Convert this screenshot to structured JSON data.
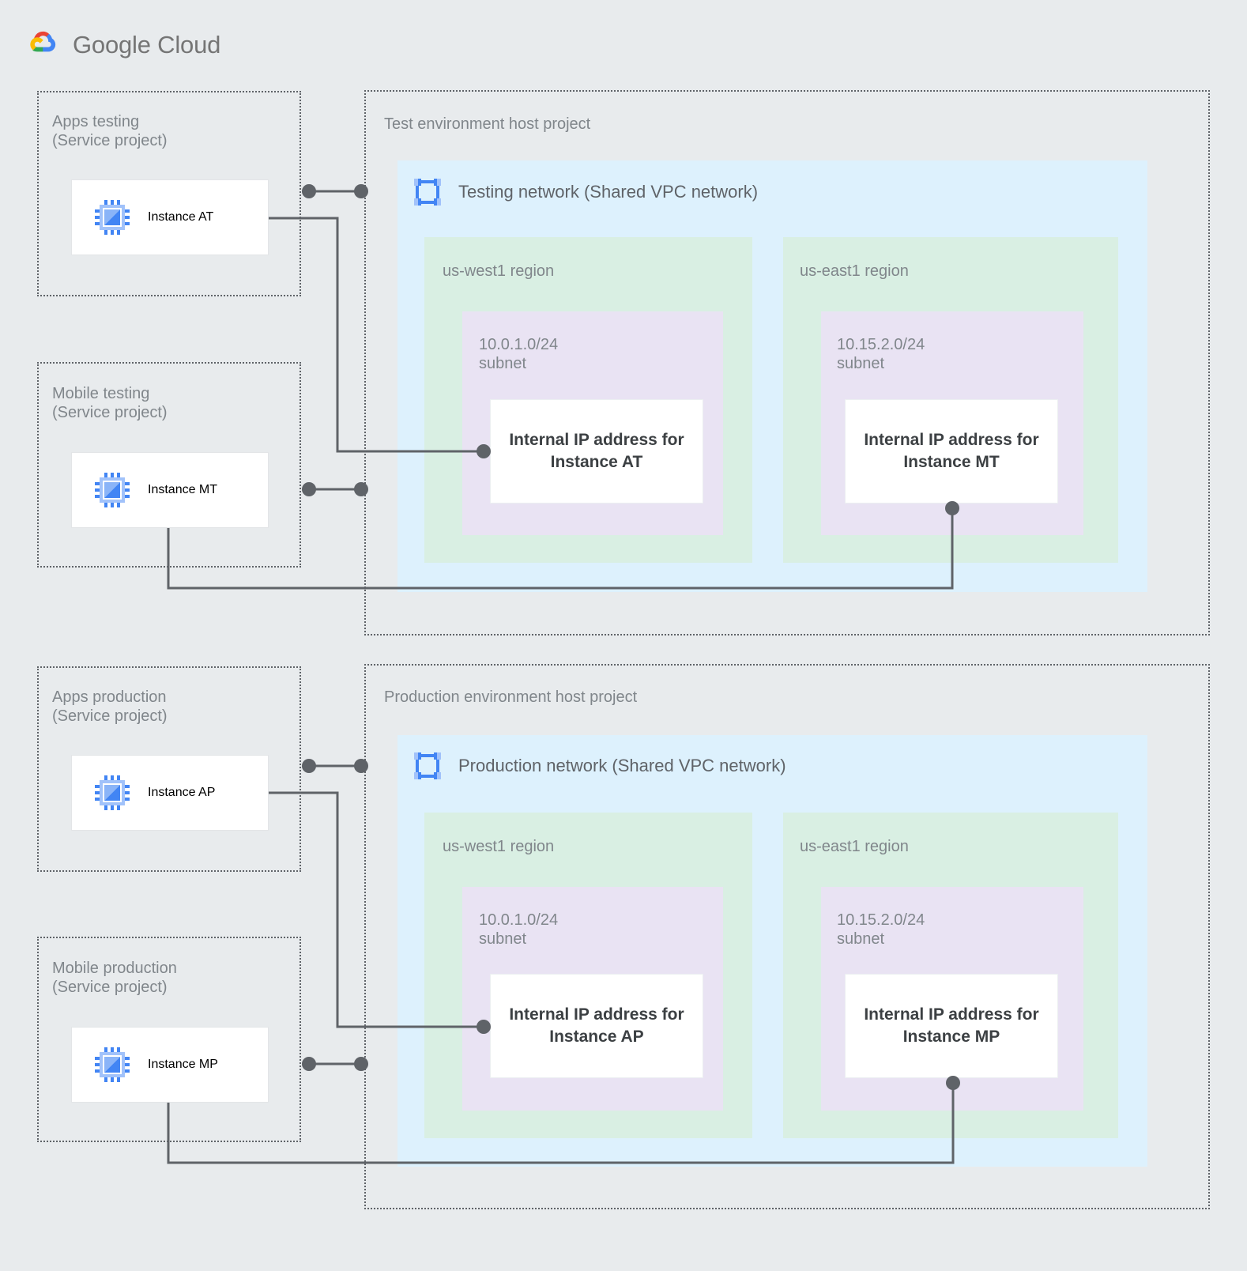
{
  "brand": {
    "name": "Google Cloud",
    "colors": {
      "red": "#ea4335",
      "yellow": "#fbbc04",
      "green": "#34a853",
      "blue": "#4285f4",
      "text": "#757575"
    }
  },
  "palette": {
    "background": "#e8ebed",
    "vpc_panel": "#ddf1fd",
    "region_panel": "#d9efe3",
    "subnet_panel": "#e9e3f3",
    "card": "#ffffff",
    "connector": "#5f6368",
    "label_text": "#80868b",
    "body_text": "#202124",
    "icon_blue": "#4285f4",
    "icon_blue_light": "#a1c2fa"
  },
  "service_projects": [
    {
      "id": "apps-testing",
      "label": "Apps testing\n(Service project)",
      "instance": "Instance AT",
      "icon": "vm-chip-icon"
    },
    {
      "id": "mobile-testing",
      "label": "Mobile testing\n(Service project)",
      "instance": "Instance MT",
      "icon": "vm-chip-icon"
    },
    {
      "id": "apps-production",
      "label": "Apps production\n(Service project)",
      "instance": "Instance AP",
      "icon": "vm-chip-icon"
    },
    {
      "id": "mobile-production",
      "label": "Mobile production\n(Service project)",
      "instance": "Instance MP",
      "icon": "vm-chip-icon"
    }
  ],
  "host_projects": [
    {
      "id": "test-host",
      "label": "Test environment host project",
      "network": {
        "title": "Testing network (Shared VPC network)",
        "icon": "vpc-network-icon"
      },
      "regions": [
        {
          "id": "test-us-west1",
          "label": "us-west1 region",
          "subnet": {
            "label": "10.0.1.0/24\nsubnet",
            "ip_box": "Internal IP address for\nInstance AT"
          }
        },
        {
          "id": "test-us-east1",
          "label": "us-east1 region",
          "subnet": {
            "label": "10.15.2.0/24\nsubnet",
            "ip_box": "Internal IP address for\nInstance MT"
          }
        }
      ]
    },
    {
      "id": "prod-host",
      "label": "Production environment host project",
      "network": {
        "title": "Production network (Shared VPC network)",
        "icon": "vpc-network-icon"
      },
      "regions": [
        {
          "id": "prod-us-west1",
          "label": "us-west1 region",
          "subnet": {
            "label": "10.0.1.0/24\nsubnet",
            "ip_box": "Internal IP address for\nInstance AP"
          }
        },
        {
          "id": "prod-us-east1",
          "label": "us-east1 region",
          "subnet": {
            "label": "10.15.2.0/24\nsubnet",
            "ip_box": "Internal IP address for\nInstance MP"
          }
        }
      ]
    }
  ]
}
